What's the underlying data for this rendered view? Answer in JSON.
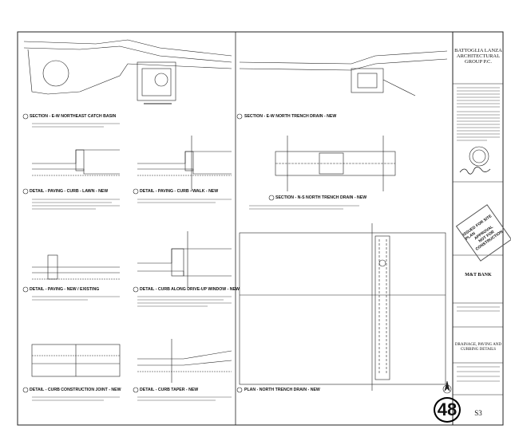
{
  "sheet": {
    "firm_name_lines": [
      "BATTOGLIA LANZA",
      "ARCHITECTURAL",
      "GROUP P.C."
    ],
    "stamp_lines": [
      "ISSUED FOR SITE PLAN",
      "APPROVAL",
      "NOT FOR",
      "CONSTRUCTION"
    ],
    "project_lines": [
      "M&T BANK"
    ],
    "drawing_title_lines": [
      "DRAINAGE, PAVING AND",
      "CURBING DETAILS"
    ],
    "sheet_id": "S3",
    "handwritten_number": "48"
  },
  "details": [
    {
      "title": "SECTION - E-W NORTHEAST CATCH BASIN"
    },
    {
      "title": "SECTION - E-W NORTH TRENCH DRAIN - NEW"
    },
    {
      "title": "DETAIL - PAVING - CURB - LAWN - NEW"
    },
    {
      "title": "DETAIL - PAVING - CURB - WALK - NEW"
    },
    {
      "title": "SECTION - N-S NORTH TRENCH DRAIN - NEW"
    },
    {
      "title": "DETAIL - PAVING - NEW / EXISTING"
    },
    {
      "title": "DETAIL - CURB ALONG DRIVE-UP WINDOW - NEW"
    },
    {
      "title": "DETAIL - CURB CONSTRUCTION JOINT - NEW"
    },
    {
      "title": "DETAIL - CURB TAPER - NEW"
    },
    {
      "title": "PLAN - NORTH TRENCH DRAIN - NEW"
    }
  ]
}
